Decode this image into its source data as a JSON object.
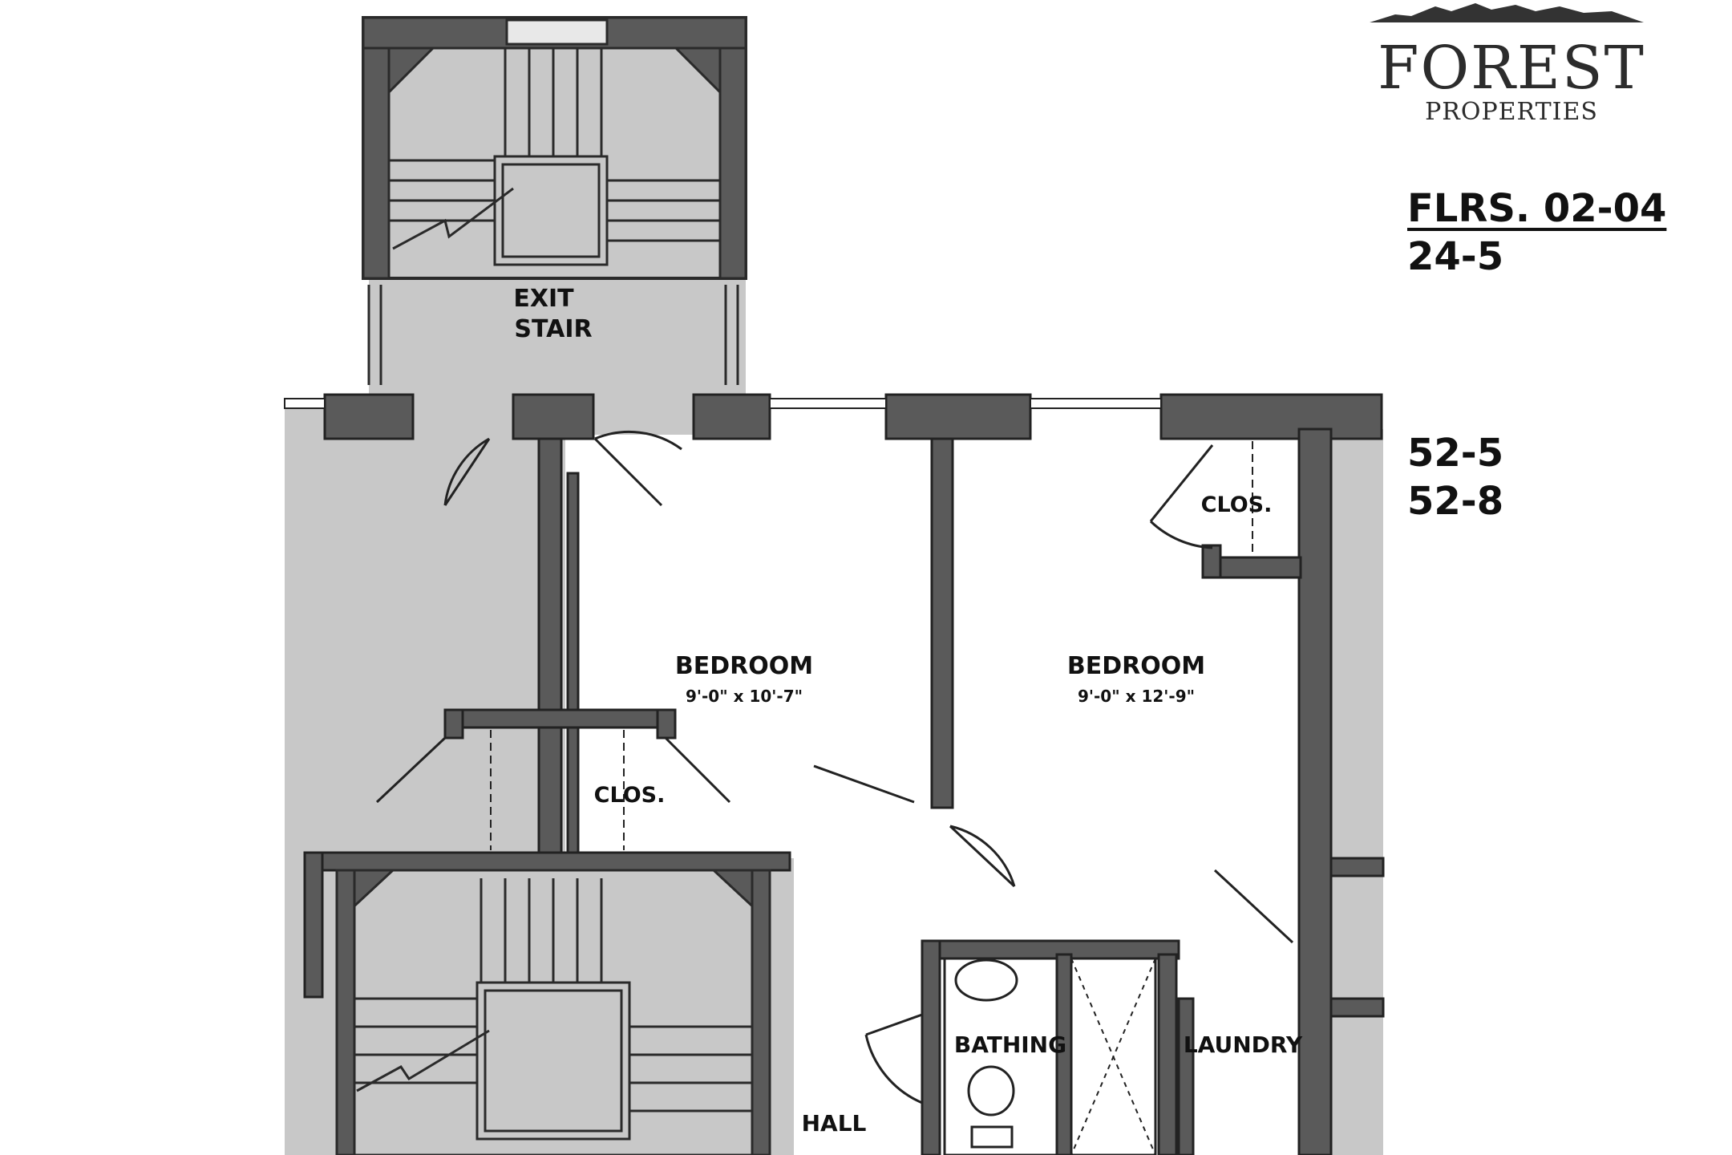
{
  "brand": {
    "name": "FOREST",
    "subtitle": "PROPERTIES"
  },
  "units": {
    "floors": "FLRS. 02-04",
    "unit_a": "24-5",
    "unit_b": "52-5",
    "unit_c": "52-8"
  },
  "rooms": {
    "exit_stair_line1": "EXIT",
    "exit_stair_line2": "STAIR",
    "bedroom1_name": "BEDROOM",
    "bedroom1_dims": "9'-0\" x 10'-7\"",
    "bedroom2_name": "BEDROOM",
    "bedroom2_dims": "9'-0\" x 12'-9\"",
    "closet1": "CLOS.",
    "closet2": "CLOS.",
    "bathing": "BATHING",
    "laundry": "LAUNDRY",
    "hall": "HALL"
  },
  "colors": {
    "wall": "#5a5a5a",
    "fill_gray": "#c7c7c7",
    "line": "#222222"
  }
}
